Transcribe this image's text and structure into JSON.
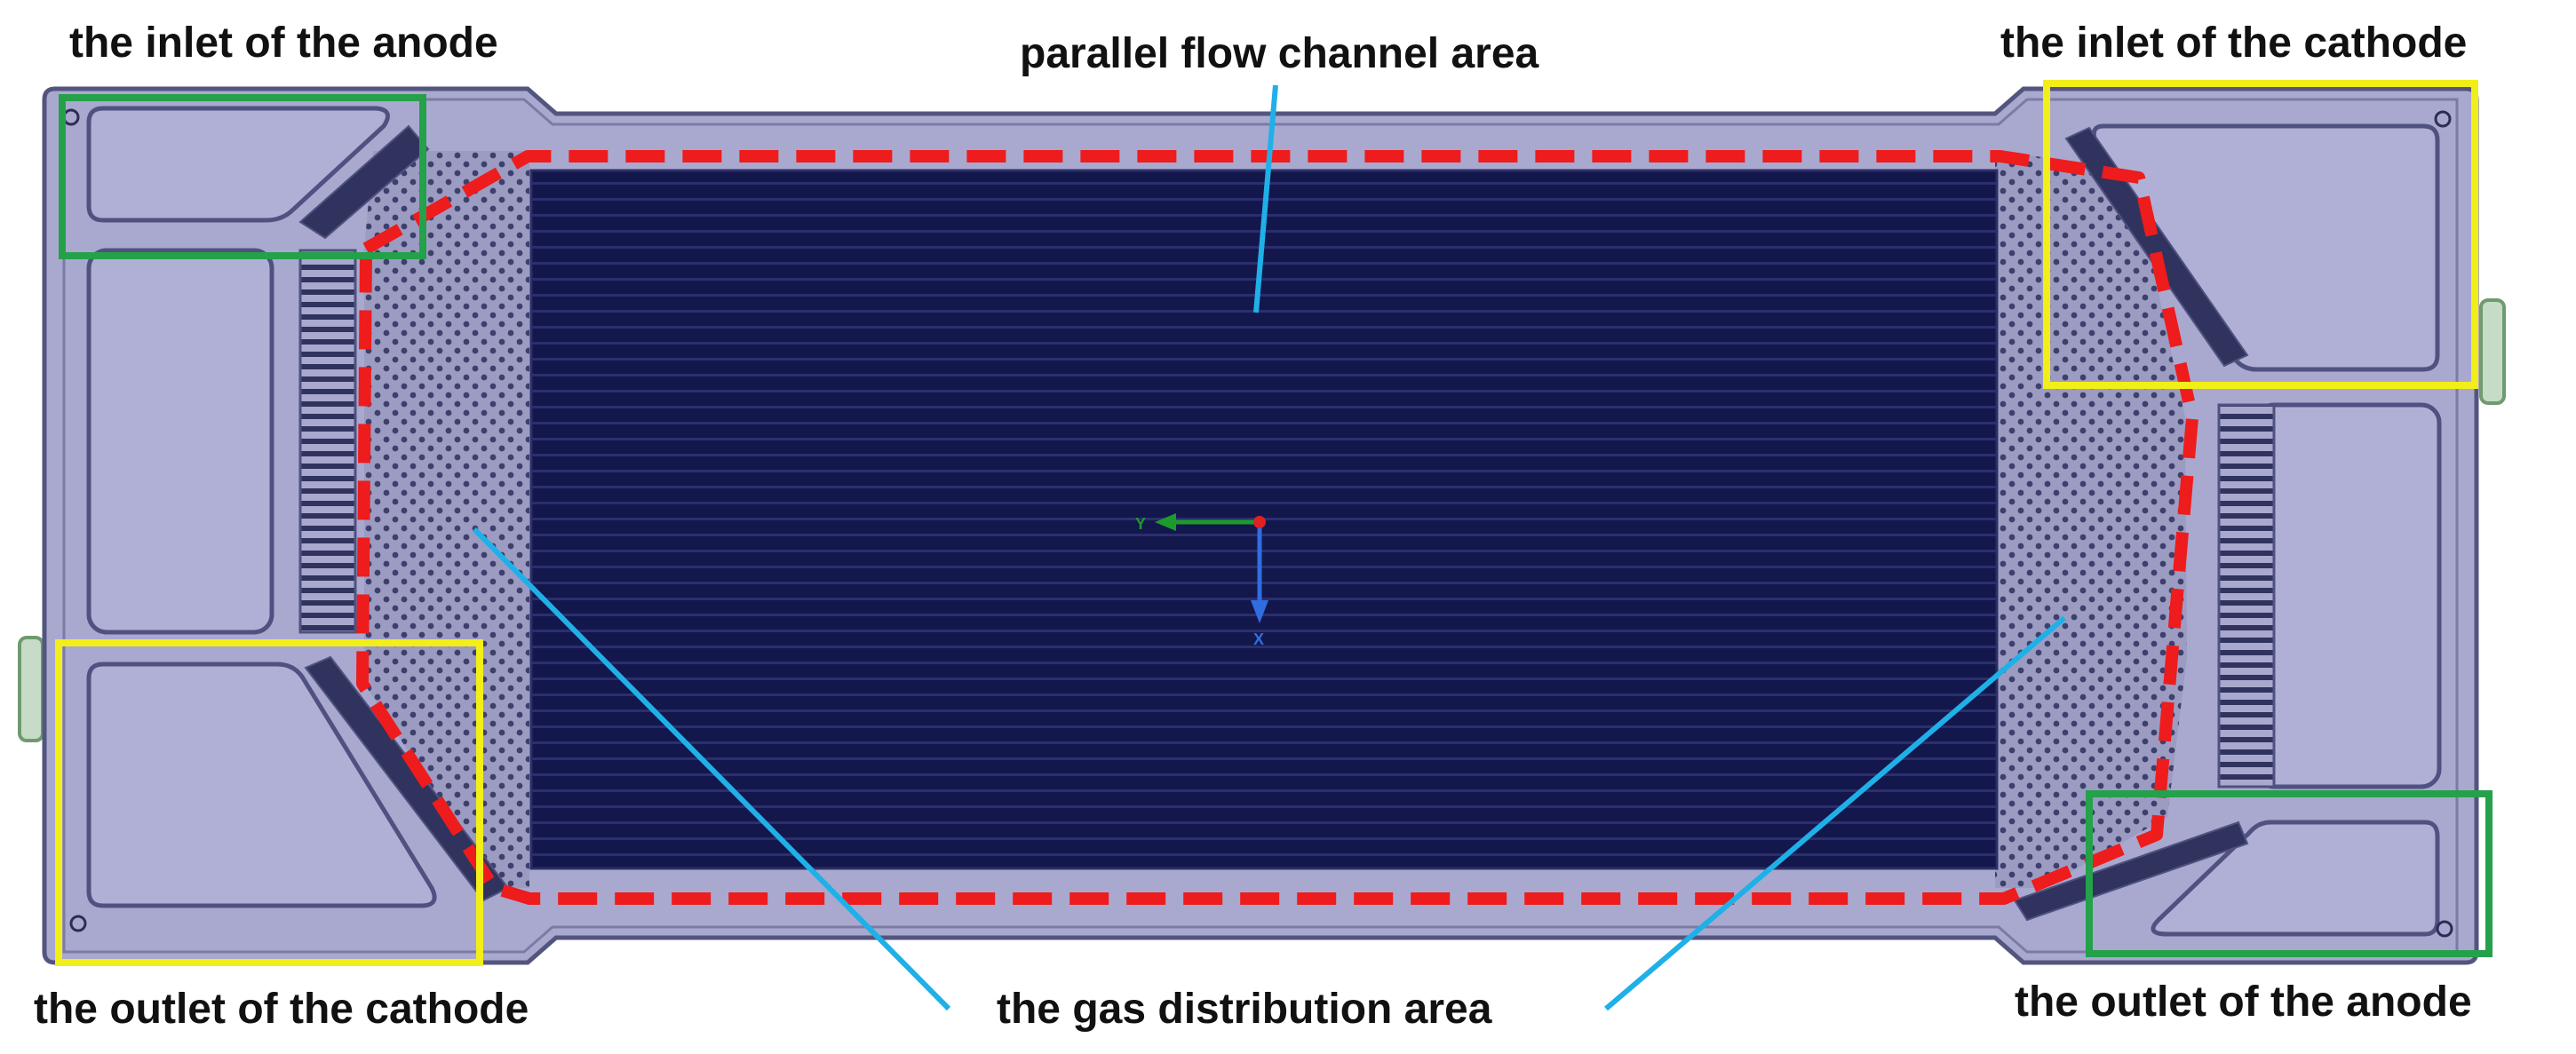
{
  "labels": {
    "anode_inlet": "the inlet of the anode",
    "flow_channel": "parallel flow channel area",
    "cathode_inlet": "the inlet of the cathode",
    "cathode_outlet": "the outlet of the cathode",
    "gas_distribution": "the gas distribution area",
    "anode_outlet": "the outlet of the anode"
  },
  "axes": {
    "x": "Y",
    "y": "X"
  },
  "colors": {
    "plate": "#a9a9cf",
    "plate_edge": "#53557f",
    "channel_field": "#14174c",
    "cathode_box": "#f2ee19",
    "anode_box": "#24a14a",
    "boundary": "#ee1c1c",
    "leader": "#1fb0e8",
    "port": "#b0b0d6"
  }
}
